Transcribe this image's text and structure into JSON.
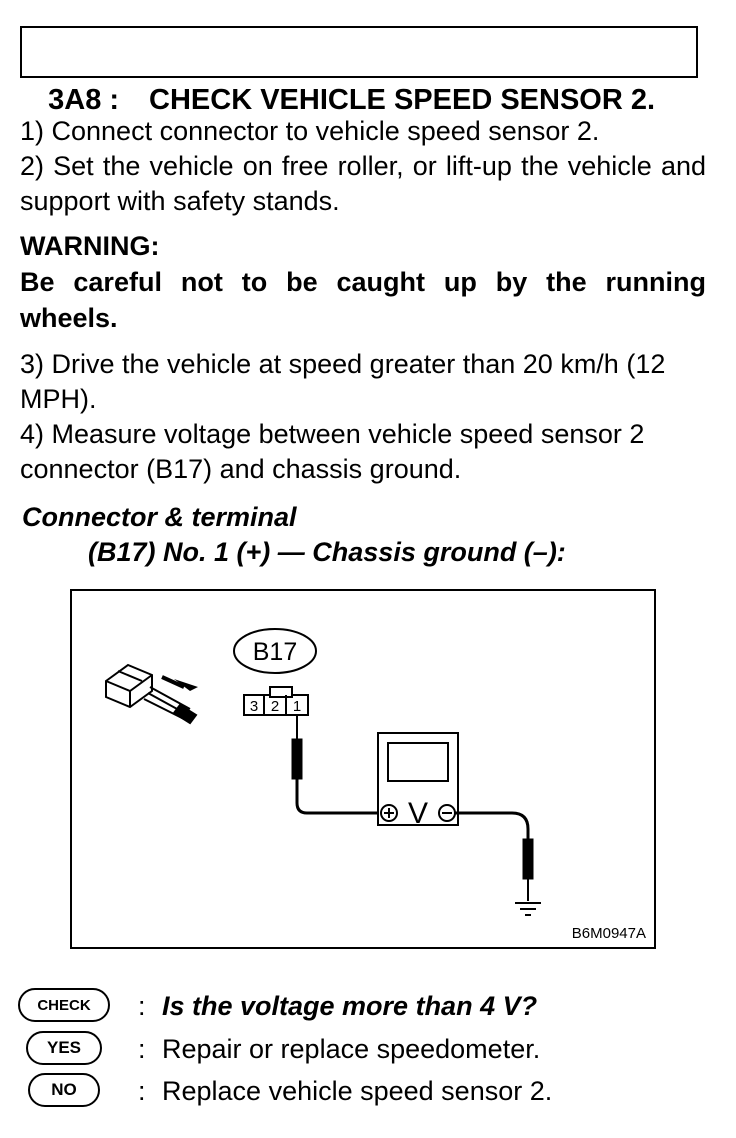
{
  "title": {
    "code": "3A8 :",
    "text": "CHECK VEHICLE SPEED SENSOR 2."
  },
  "steps_a": [
    "1)  Connect connector to vehicle speed sensor 2.",
    "2)  Set the vehicle on free roller, or lift-up the vehicle and support with safety stands."
  ],
  "warning": {
    "label": "WARNING:",
    "text": "Be careful not to be caught up by the running wheels."
  },
  "steps_b": [
    "3)  Drive the vehicle at speed greater than 20 km/h (12 MPH).",
    "4)  Measure voltage between vehicle speed sensor 2 connector (B17) and chassis ground."
  ],
  "connector_terminal": {
    "heading": "Connector & terminal",
    "spec": "(B17) No. 1 (+) — Chassis ground (–):"
  },
  "figure": {
    "connector_label": "B17",
    "pins": [
      "3",
      "2",
      "1"
    ],
    "meter_symbol": "V",
    "figure_code": "B6M0947A"
  },
  "results": [
    {
      "badge": "CHECK",
      "text": "Is the voltage more than 4 V?"
    },
    {
      "badge": "YES",
      "text": "Repair or replace speedometer."
    },
    {
      "badge": "NO",
      "text": "Replace vehicle speed sensor 2."
    }
  ]
}
